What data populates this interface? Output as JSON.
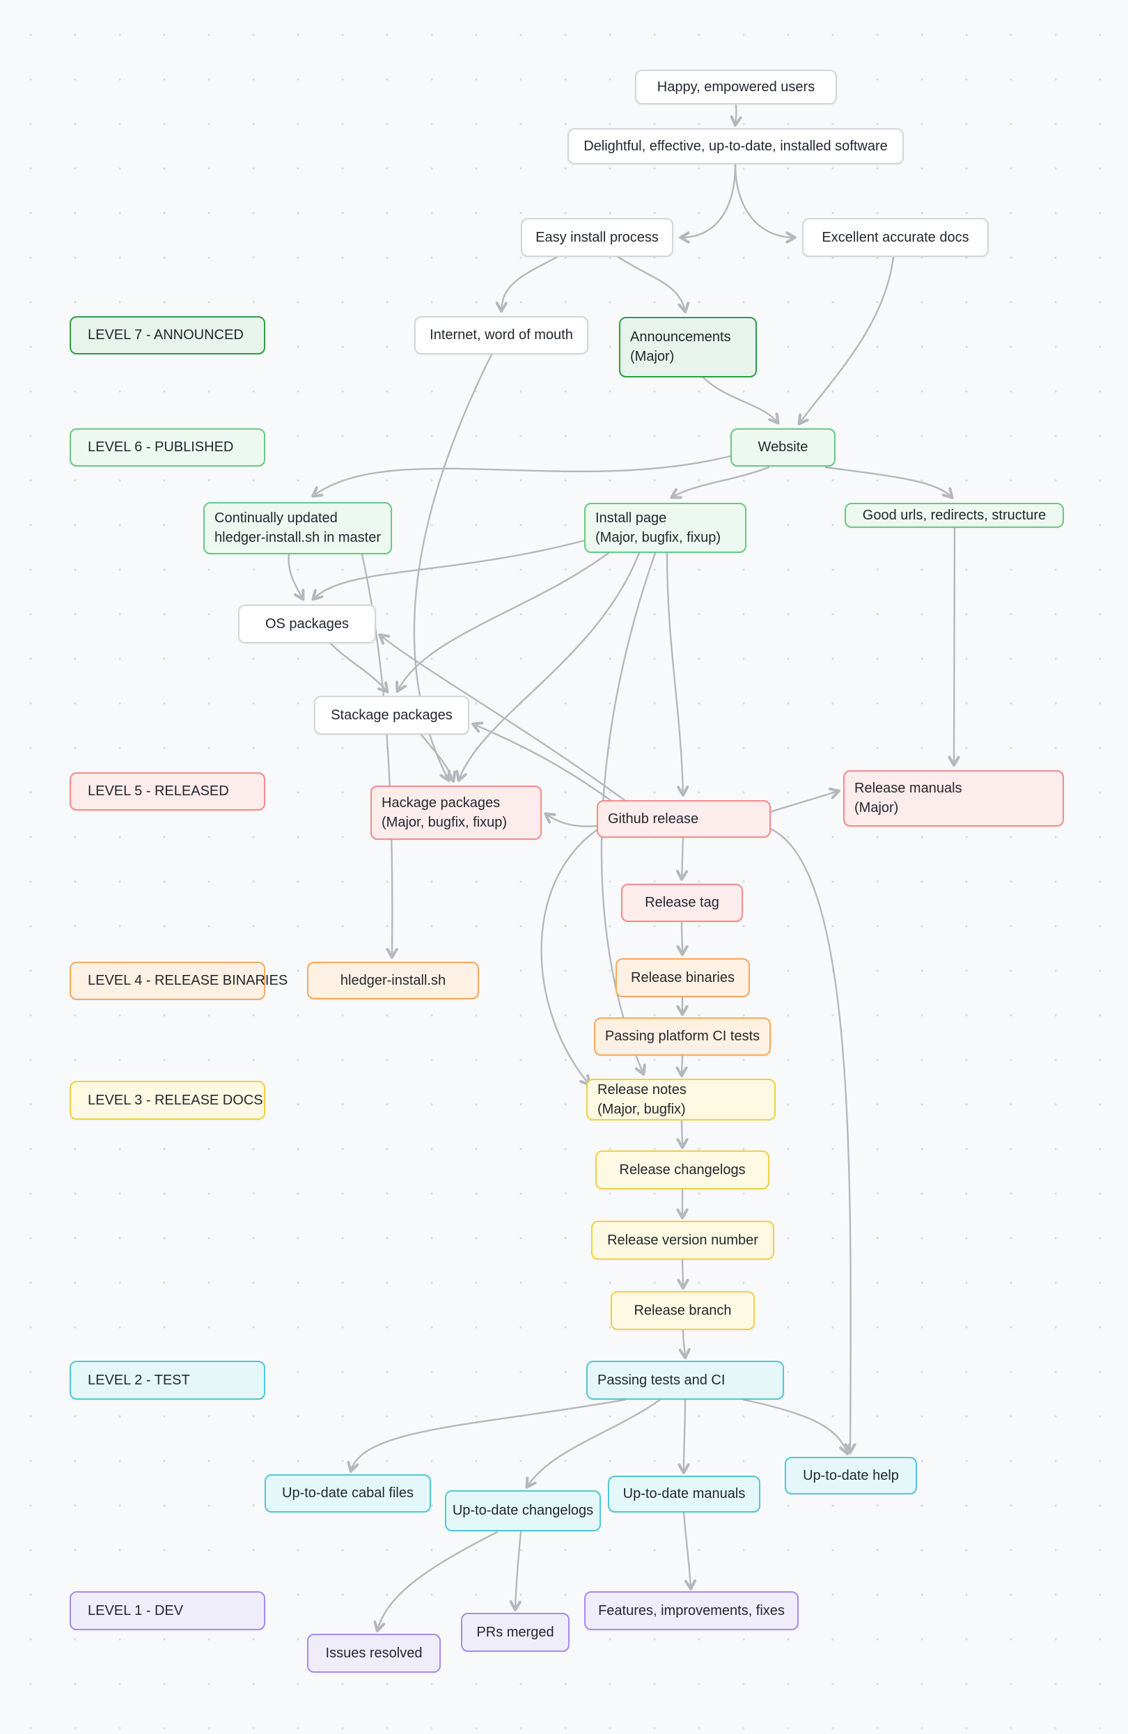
{
  "palette": {
    "background": "#f8f9fa",
    "dot_grid": "#d9dbde",
    "edge": "#b4b8bd",
    "text": "#23272e",
    "level7_green_border": "#2f9e44",
    "level7_green_fill": "#e7f3eb",
    "green_border": "#69c983",
    "green_fill": "#edf9f0",
    "red_border": "#f58b8b",
    "red_fill": "#fdecec",
    "orange_border": "#f5a95e",
    "orange_fill": "#fdf1e3",
    "yellow_border": "#f0d145",
    "yellow_fill": "#fdf9e2",
    "cyan_border": "#52c7d8",
    "cyan_fill": "#e4f8fa",
    "purple_border": "#a68bf0",
    "purple_fill": "#f0edfb",
    "neutral_border": "#d3d6da",
    "neutral_fill": "#ffffff"
  },
  "nodes": {
    "happy": {
      "label": "Happy, empowered users"
    },
    "delightful": {
      "label": "Delightful, effective, up-to-date, installed software"
    },
    "easy_install": {
      "label": "Easy install process"
    },
    "excellent_docs": {
      "label": "Excellent accurate docs"
    },
    "level7": {
      "label": "LEVEL 7 - ANNOUNCED"
    },
    "internet_wom": {
      "label": "Internet, word of mouth"
    },
    "announcements": {
      "line1": "Announcements",
      "line2": "(Major)"
    },
    "level6": {
      "label": "LEVEL 6 - PUBLISHED"
    },
    "website": {
      "label": "Website"
    },
    "continually": {
      "line1": "Continually updated",
      "line2": "hledger-install.sh in master"
    },
    "install_page": {
      "line1": "Install page",
      "line2": "(Major, bugfix, fixup)"
    },
    "good_urls": {
      "label": "Good urls, redirects, structure"
    },
    "os_packages": {
      "label": "OS packages"
    },
    "stackage": {
      "label": "Stackage packages"
    },
    "level5": {
      "label": "LEVEL 5 - RELEASED"
    },
    "hackage": {
      "line1": "Hackage packages",
      "line2": "(Major, bugfix, fixup)"
    },
    "github_release": {
      "label": "Github release"
    },
    "release_manuals": {
      "line1": "Release manuals",
      "line2": "(Major)"
    },
    "release_tag": {
      "label": "Release tag"
    },
    "level4": {
      "label": "LEVEL 4 - RELEASE BINARIES"
    },
    "hledger_install": {
      "label": "hledger-install.sh"
    },
    "release_binaries": {
      "label": "Release binaries"
    },
    "passing_platform": {
      "label": "Passing platform CI tests"
    },
    "level3": {
      "label": "LEVEL 3 - RELEASE DOCS"
    },
    "release_notes": {
      "line1": "Release notes",
      "line2": "(Major, bugfix)"
    },
    "release_changelogs": {
      "label": "Release changelogs"
    },
    "release_version": {
      "label": "Release version number"
    },
    "release_branch": {
      "label": "Release branch"
    },
    "level2": {
      "label": "LEVEL 2 - TEST"
    },
    "passing_tests": {
      "label": "Passing tests and CI"
    },
    "utd_cabal": {
      "label": "Up-to-date cabal files"
    },
    "utd_changelogs": {
      "label": "Up-to-date changelogs"
    },
    "utd_manuals": {
      "label": "Up-to-date manuals"
    },
    "utd_help": {
      "label": "Up-to-date help"
    },
    "level1": {
      "label": "LEVEL 1 - DEV"
    },
    "features": {
      "label": "Features, improvements, fixes"
    },
    "prs_merged": {
      "label": "PRs merged"
    },
    "issues_resolved": {
      "label": "Issues resolved"
    }
  },
  "edges": [
    {
      "from": "happy",
      "to": "delightful"
    },
    {
      "from": "delightful",
      "to": "easy_install"
    },
    {
      "from": "delightful",
      "to": "excellent_docs"
    },
    {
      "from": "easy_install",
      "to": "internet_wom"
    },
    {
      "from": "easy_install",
      "to": "announcements"
    },
    {
      "from": "announcements",
      "to": "website"
    },
    {
      "from": "excellent_docs",
      "to": "website"
    },
    {
      "from": "website",
      "to": "continually"
    },
    {
      "from": "website",
      "to": "install_page"
    },
    {
      "from": "website",
      "to": "good_urls"
    },
    {
      "from": "good_urls",
      "to": "release_manuals"
    },
    {
      "from": "install_page",
      "to": "os_packages"
    },
    {
      "from": "install_page",
      "to": "stackage"
    },
    {
      "from": "install_page",
      "to": "hackage"
    },
    {
      "from": "install_page",
      "to": "github_release"
    },
    {
      "from": "install_page",
      "to": "release_notes"
    },
    {
      "from": "github_release",
      "to": "release_notes"
    },
    {
      "from": "internet_wom",
      "to": "hackage"
    },
    {
      "from": "continually",
      "to": "hledger_install"
    },
    {
      "from": "continually",
      "to": "os_packages"
    },
    {
      "from": "os_packages",
      "to": "stackage"
    },
    {
      "from": "stackage",
      "to": "hackage"
    },
    {
      "from": "github_release",
      "to": "hackage"
    },
    {
      "from": "github_release",
      "to": "release_tag"
    },
    {
      "from": "github_release",
      "to": "release_manuals"
    },
    {
      "from": "github_release",
      "to": "utd_help"
    },
    {
      "from": "github_release",
      "to": "stackage"
    },
    {
      "from": "github_release",
      "to": "os_packages"
    },
    {
      "from": "release_tag",
      "to": "release_binaries"
    },
    {
      "from": "release_binaries",
      "to": "passing_platform"
    },
    {
      "from": "passing_platform",
      "to": "release_notes"
    },
    {
      "from": "release_notes",
      "to": "release_changelogs"
    },
    {
      "from": "release_changelogs",
      "to": "release_version"
    },
    {
      "from": "release_version",
      "to": "release_branch"
    },
    {
      "from": "release_branch",
      "to": "passing_tests"
    },
    {
      "from": "passing_tests",
      "to": "utd_cabal"
    },
    {
      "from": "passing_tests",
      "to": "utd_changelogs"
    },
    {
      "from": "passing_tests",
      "to": "utd_manuals"
    },
    {
      "from": "passing_tests",
      "to": "utd_help"
    },
    {
      "from": "utd_changelogs",
      "to": "issues_resolved"
    },
    {
      "from": "utd_changelogs",
      "to": "prs_merged"
    },
    {
      "from": "utd_manuals",
      "to": "features"
    }
  ]
}
